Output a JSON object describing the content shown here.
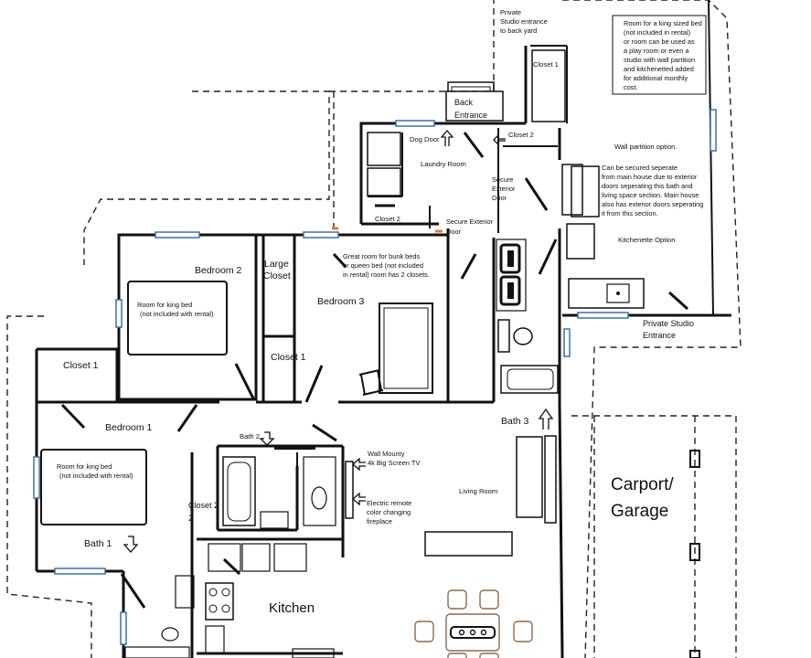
{
  "rooms": {
    "bedroom1": "Bedroom 1",
    "bedroom2": "Bedroom 2",
    "bedroom3": "Bedroom 3",
    "bath1": "Bath 1",
    "bath2": "Bath 2",
    "bath3": "Bath 3",
    "closet1_bed1": "Closet 1",
    "closet1_hall": "Closet 1",
    "closet2_bath": "Closet 2",
    "closet2_laundry": "Closet 2",
    "closet2_studio": "Closet 2",
    "closet1_studio": "Closet 1",
    "large_closet": [
      "Large",
      "Closet"
    ],
    "kitchen": "Kitchen",
    "living_room": "Living Room",
    "laundry_room": "Laundry Room",
    "dog_door": "Dog Door",
    "back_entrance": [
      "Back",
      "Entrance"
    ],
    "carport": [
      "Carport/",
      "Garage"
    ],
    "private_studio_entrance": [
      "Private Studio",
      "Entrance"
    ],
    "kitchenette_option": "Kitchenette Option",
    "wall_partition_option": "Wall partition option."
  },
  "notes": {
    "king_bed_bedroom2": [
      "Room for king bed",
      "(not included with rental)"
    ],
    "king_bed_bedroom1": [
      "Room for king bed",
      "(not included with rental)"
    ],
    "great_room": [
      "Great room for bunk beds",
      "or queen bed (not included",
      "in rental) room has 2 closets."
    ],
    "studio_room": [
      "Room for a king sized bed",
      "(not included in rental)",
      "or room can be used as",
      "a play room or even a",
      "studio with wall partition",
      "and kitchenetted added",
      "for additional monthly",
      "cost."
    ],
    "private_studio_backyard": [
      "Private",
      "Studio entrance",
      "to back yard"
    ],
    "secure_door_1": [
      "Secure",
      "Exterior",
      "Door"
    ],
    "secure_door_2": [
      "Secure Exterior",
      "Door"
    ],
    "separate_section": [
      "Can be secured seperate",
      "from main house due to exterior",
      "doors seperating this bath and",
      "living space section.  Main house",
      "also has exterior doors seperating",
      "it from this section."
    ],
    "tv": [
      "Wall Mounty",
      "4k Big Screen TV"
    ],
    "fireplace": [
      "Electric remote",
      "color changing",
      "fireplace"
    ]
  },
  "colors": {
    "wall": "#111111",
    "window": "#3f6fa8",
    "doorway_accent": "#e07b39",
    "dining_furniture": "#8b6a4f"
  }
}
